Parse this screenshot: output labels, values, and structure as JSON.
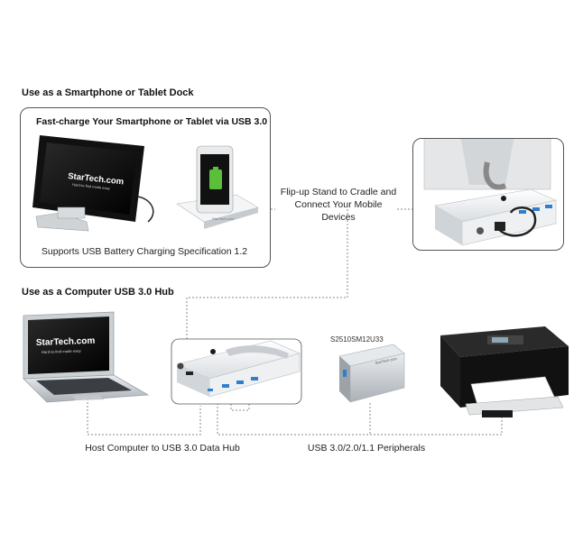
{
  "sections": {
    "dock_title": "Use as a Smartphone or Tablet Dock",
    "hub_title": "Use as a Computer USB 3.0 Hub"
  },
  "dock_panel": {
    "heading": "Fast-charge Your Smartphone or Tablet via USB 3.0",
    "footnote": "Supports USB Battery Charging Specification 1.2"
  },
  "labels": {
    "flip_stand_line1": "Flip-up Stand to Cradle and",
    "flip_stand_line2": "Connect Your Mobile Devices",
    "host_computer": "Host Computer to USB 3.0 Data Hub",
    "peripherals": "USB 3.0/2.0/1.1 Peripherals",
    "drive_model": "S2510SM12U33"
  },
  "brand": {
    "logo_text": "StarTech.com",
    "tagline": "Hard-to-find made easy"
  },
  "colors": {
    "connector_line": "#888888",
    "panel_border": "#555555",
    "usb3_port": "#2f7fd0",
    "battery_green": "#5ac03a"
  }
}
